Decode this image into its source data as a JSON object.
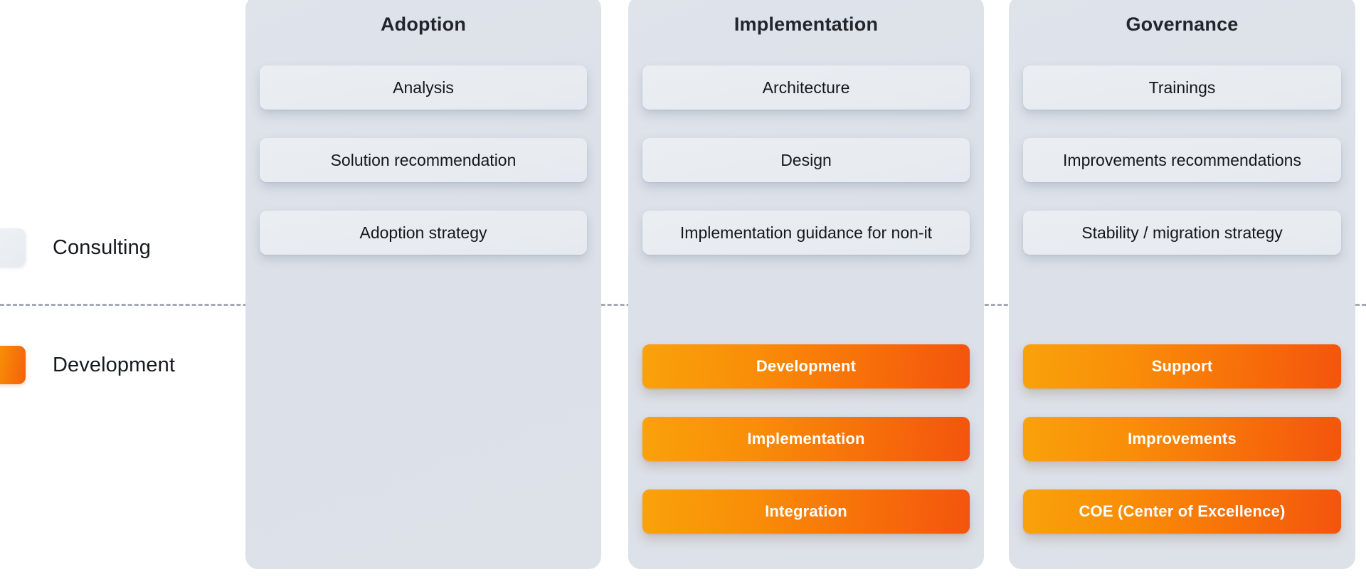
{
  "legend": {
    "items": [
      {
        "key": "consulting",
        "label": "Consulting",
        "swatch_color": "#eaeef2"
      },
      {
        "key": "development",
        "label": "Development",
        "swatch_color": "#f78207"
      }
    ]
  },
  "divider": {
    "style": "dashed",
    "color": "#9aa3af"
  },
  "columns": [
    {
      "id": "adoption",
      "title": "Adoption",
      "consulting_cards": [
        "Analysis",
        "Solution recommendation",
        "Adoption strategy"
      ],
      "development_cards": []
    },
    {
      "id": "implementation",
      "title": "Implementation",
      "consulting_cards": [
        "Architecture",
        "Design",
        "Implementation guidance for non-it"
      ],
      "development_cards": [
        "Development",
        "Implementation",
        "Integration"
      ]
    },
    {
      "id": "governance",
      "title": "Governance",
      "consulting_cards": [
        "Trainings",
        "Improvements recommendations",
        "Stability / migration strategy"
      ],
      "development_cards": [
        "Support",
        "Improvements",
        "COE (Center of Excellence)"
      ]
    }
  ],
  "theme": {
    "background": "#ffffff",
    "column_background": "#dde1e8",
    "consulting_card": "#eaeef2",
    "development_gradient_start": "#f9a20a",
    "development_gradient_end": "#f4540d",
    "text_dark": "#14171c",
    "text_light": "#ffffff"
  }
}
